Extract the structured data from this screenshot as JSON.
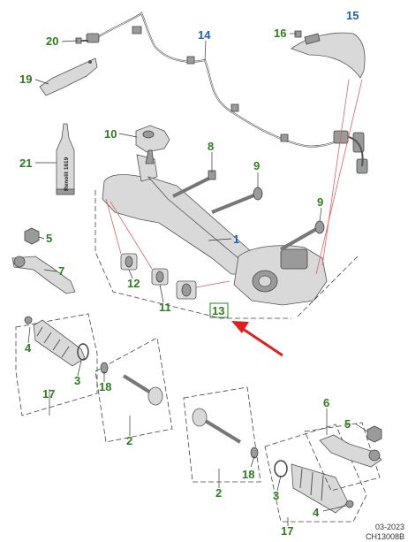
{
  "callouts": {
    "c1": "1",
    "c2a": "2",
    "c2b": "2",
    "c3a": "3",
    "c3b": "3",
    "c4a": "4",
    "c4b": "4",
    "c5a": "5",
    "c5b": "5",
    "c6": "6",
    "c7": "7",
    "c8": "8",
    "c9a": "9",
    "c9b": "9",
    "c10": "10",
    "c11": "11",
    "c12": "12",
    "c13": "13",
    "c14": "14",
    "c15": "15",
    "c16": "16",
    "c17a": "17",
    "c17b": "17",
    "c18a": "18",
    "c18b": "18",
    "c19": "19",
    "c20": "20",
    "c21": "21"
  },
  "tube_label": "Renolit 1619",
  "footer": {
    "date": "03-2023",
    "code": "CH13008B"
  },
  "colors": {
    "callout_green": "#2e7d1e",
    "callout_blue": "#1f5fbf",
    "arrow_red": "#e02020"
  }
}
